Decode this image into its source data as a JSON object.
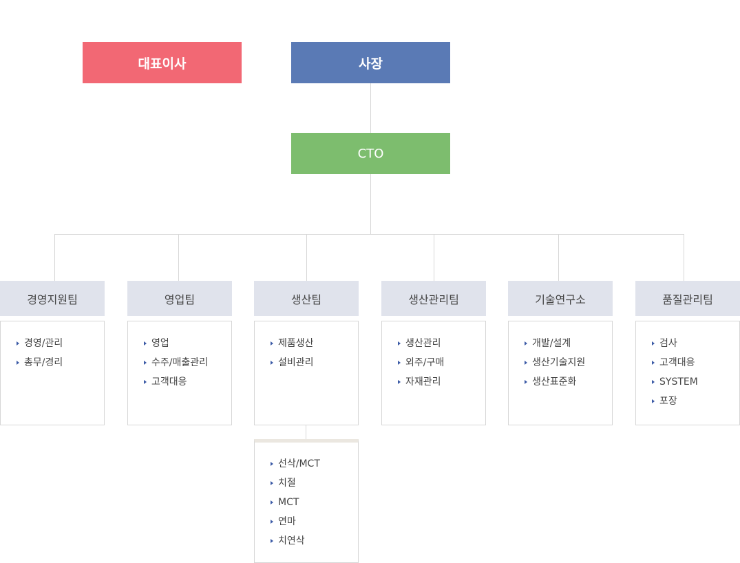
{
  "colors": {
    "ceo": "#f26874",
    "president": "#5a7ab5",
    "cto": "#7dbd6e",
    "team_header_bg": "#e0e3ec",
    "line": "#d6d6d6",
    "bullet": "#3b5aa6"
  },
  "top": {
    "ceo_label": "대표이사",
    "president_label": "사장",
    "cto_label": "CTO"
  },
  "teams": [
    {
      "name": "경영지원팀",
      "items": [
        "경영/관리",
        "총무/경리"
      ]
    },
    {
      "name": "영업팀",
      "items": [
        "영업",
        "수주/매출관리",
        "고객대응"
      ]
    },
    {
      "name": "생산팀",
      "items": [
        "제품생산",
        "설비관리"
      ]
    },
    {
      "name": "생산관리팀",
      "items": [
        "생산관리",
        "외주/구매",
        "자재관리"
      ]
    },
    {
      "name": "기술연구소",
      "items": [
        "개발/설계",
        "생산기술지원",
        "생산표준화"
      ]
    },
    {
      "name": "품질관리팀",
      "items": [
        "검사",
        "고객대응",
        "SYSTEM",
        "포장"
      ]
    }
  ],
  "production_sub": {
    "items": [
      "선삭/MCT",
      "치절",
      "MCT",
      "연마",
      "치연삭"
    ]
  },
  "icons": {
    "bullet": "triangle-right-icon"
  }
}
